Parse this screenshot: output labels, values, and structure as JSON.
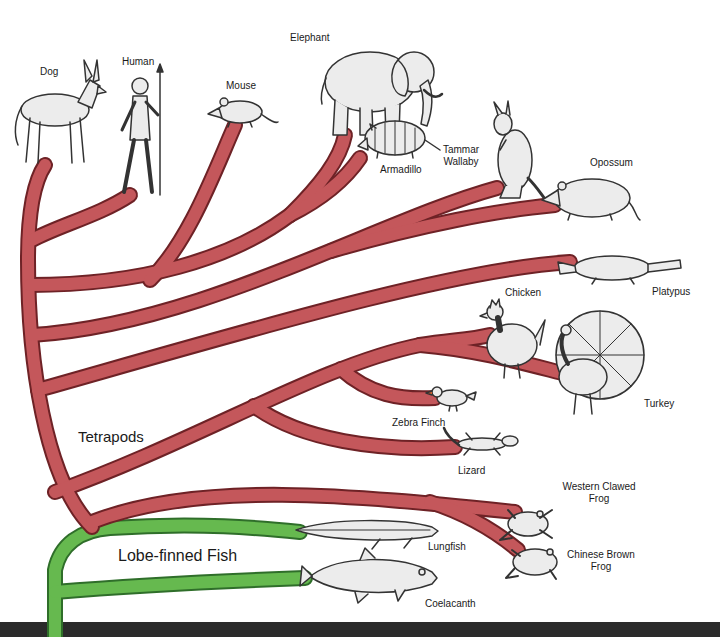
{
  "diagram": {
    "labels": [
      "Dog",
      "Human",
      "Mouse",
      "Elephant",
      "Armadillo",
      "Tammar Wallaby",
      "Opossum",
      "Platypus",
      "Chicken",
      "Turkey",
      "Zebra Finch",
      "Lizard",
      "Western Clawed Frog",
      "Chinese Brown Frog",
      "Tetrapods",
      "Lobe-finned Fish",
      "Lungfish",
      "Coelacanth"
    ]
  }
}
